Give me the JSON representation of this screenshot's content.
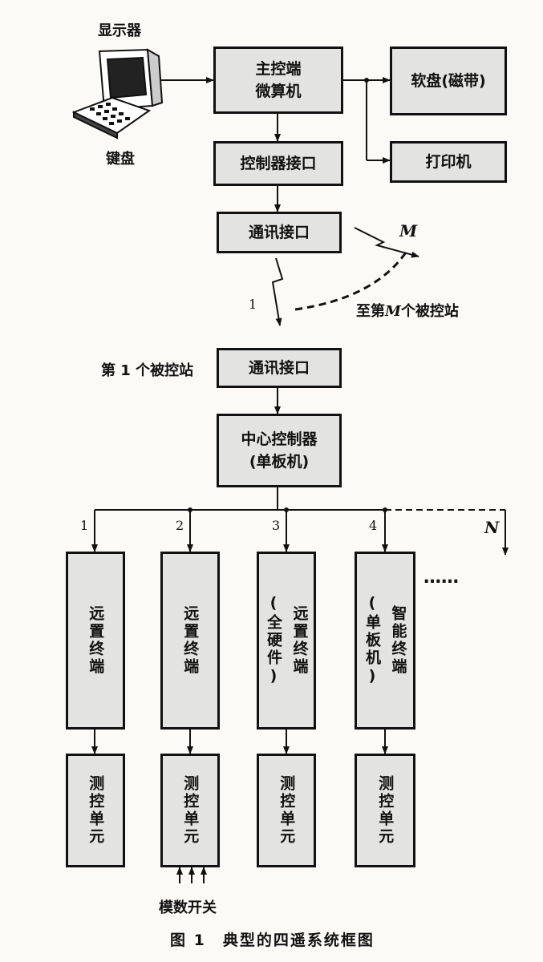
{
  "monitor_label": "显示器",
  "keyboard_label": "键盘",
  "master": {
    "line1": "主控端",
    "line2": "微算机"
  },
  "floppy": "软盘(磁带)",
  "printer": "打印机",
  "controller_interface": "控制器接口",
  "comm_interface_master": "通讯接口",
  "link": {
    "m_symbol": "M",
    "line1_number": "1",
    "to_station_prefix": "至第",
    "to_station_m": "M",
    "to_station_suffix": "个被控站"
  },
  "station1_label": "第 1 个被控站",
  "comm_interface_slave": "通讯接口",
  "central": {
    "line1": "中心控制器",
    "line2": "(单板机)"
  },
  "bus": {
    "numbers": [
      "1",
      "2",
      "3",
      "4"
    ],
    "n_symbol": "N",
    "ellipsis": "……"
  },
  "terminals": [
    {
      "col1": "远置终端",
      "col2": ""
    },
    {
      "col1": "远置终端",
      "col2": ""
    },
    {
      "col1": "远置终端",
      "col2": "(全硬件)"
    },
    {
      "col1": "智能终端",
      "col2": "(单板机)"
    }
  ],
  "units": [
    "测控单元",
    "测控单元",
    "测控单元",
    "测控单元"
  ],
  "switch_label": "模数开关",
  "caption": "图 1　典型的四遥系统框图"
}
